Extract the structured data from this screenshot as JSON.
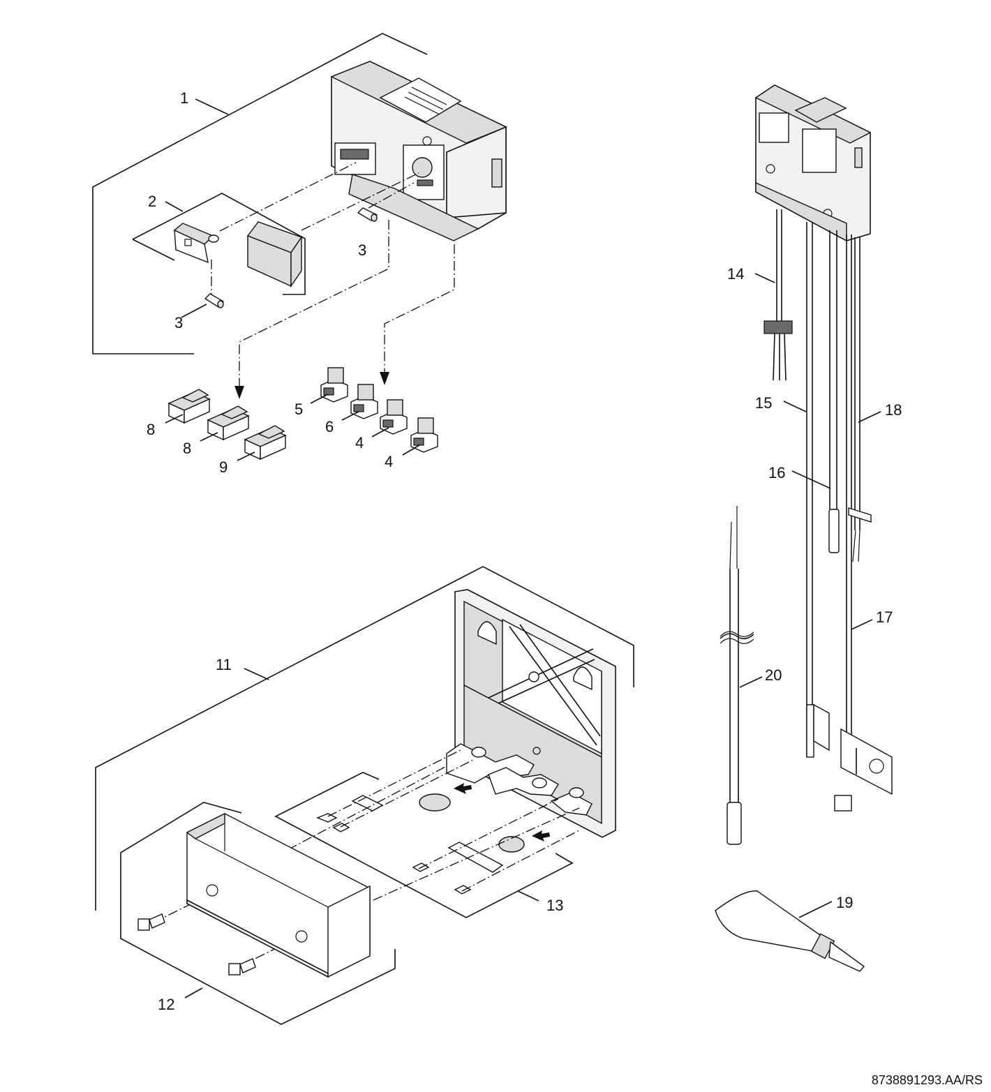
{
  "callouts": {
    "c1": "1",
    "c2": "2",
    "c3a": "3",
    "c3b": "3",
    "c4a": "4",
    "c4b": "4",
    "c5": "5",
    "c6": "6",
    "c8a": "8",
    "c8b": "8",
    "c9": "9",
    "c11": "11",
    "c12": "12",
    "c13": "13",
    "c14": "14",
    "c15": "15",
    "c16": "16",
    "c17": "17",
    "c18": "18",
    "c19": "19",
    "c20": "20"
  },
  "document_code": "8738891293.AA/RS"
}
